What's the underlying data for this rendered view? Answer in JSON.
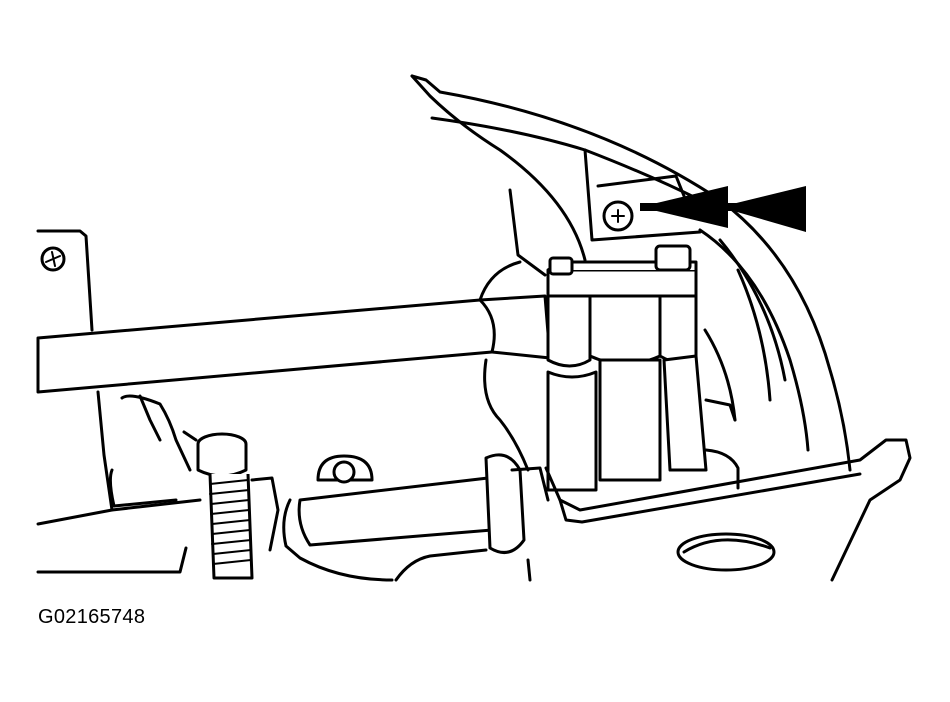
{
  "figure": {
    "id_label": "G02165748",
    "callout_arrow": {
      "direction": "left",
      "target": "screw-fastener"
    },
    "colors": {
      "line": "#000000",
      "background": "#ffffff"
    }
  }
}
